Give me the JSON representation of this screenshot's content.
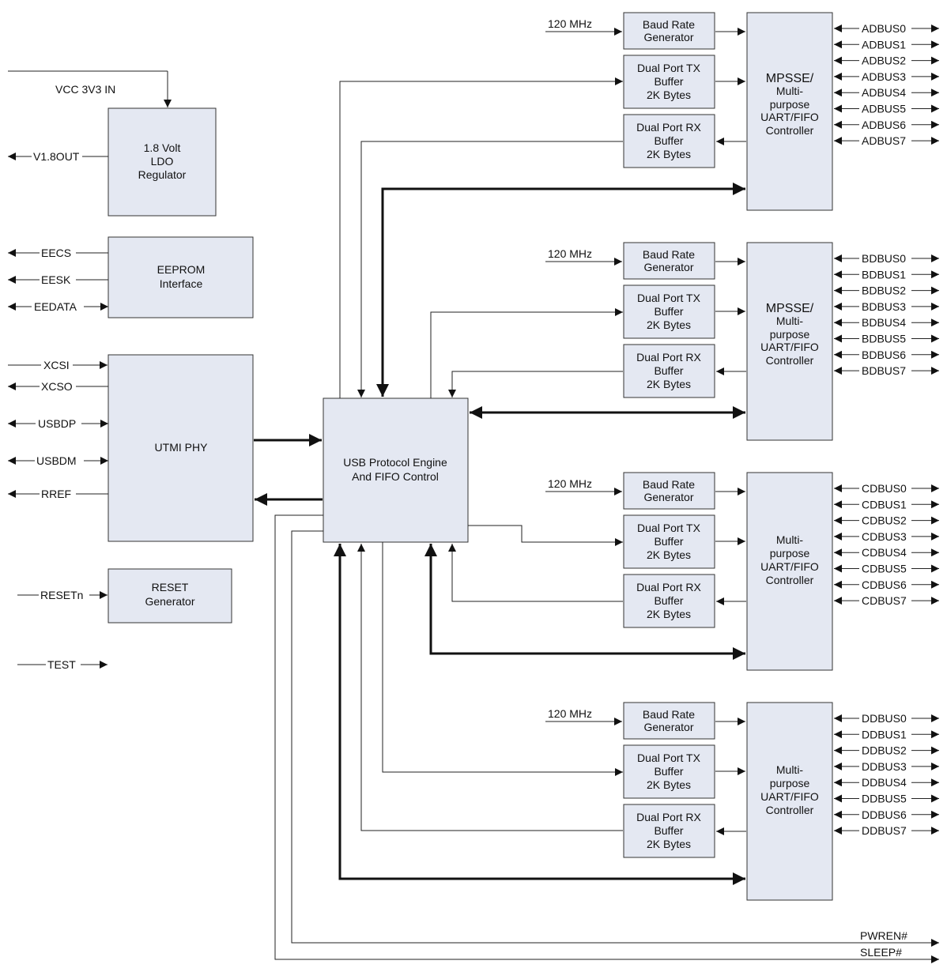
{
  "power": {
    "vcc_in": "VCC 3V3 IN",
    "v18out": "V1.8OUT",
    "ldo_lines": [
      "1.8 Volt",
      "LDO",
      "Regulator"
    ]
  },
  "eeprom": {
    "lines": [
      "EEPROM",
      "Interface"
    ],
    "pins": [
      "EECS",
      "EESK",
      "EEDATA"
    ]
  },
  "phy": {
    "title": "UTMI PHY",
    "pins": [
      "XCSI",
      "XCSO",
      "USBDP",
      "USBDM",
      "RREF"
    ]
  },
  "reset": {
    "lines": [
      "RESET",
      "Generator"
    ],
    "pin": "RESETn"
  },
  "test_pin": "TEST",
  "engine": {
    "lines": [
      "USB Protocol Engine",
      "And FIFO Control"
    ]
  },
  "channels": [
    {
      "clock": "120 MHz",
      "baud": [
        "Baud Rate",
        "Generator"
      ],
      "tx": [
        "Dual Port TX",
        "Buffer",
        "2K Bytes"
      ],
      "rx": [
        "Dual Port RX",
        "Buffer",
        "2K Bytes"
      ],
      "controller_title": "MPSSE/",
      "controller": [
        "Multi-",
        "purpose",
        "UART/FIFO",
        "Controller"
      ],
      "bus": [
        "ADBUS0",
        "ADBUS1",
        "ADBUS2",
        "ADBUS3",
        "ADBUS4",
        "ADBUS5",
        "ADBUS6",
        "ADBUS7"
      ]
    },
    {
      "clock": "120 MHz",
      "baud": [
        "Baud Rate",
        "Generator"
      ],
      "tx": [
        "Dual Port TX",
        "Buffer",
        "2K Bytes"
      ],
      "rx": [
        "Dual Port RX",
        "Buffer",
        "2K Bytes"
      ],
      "controller_title": "MPSSE/",
      "controller": [
        "Multi-",
        "purpose",
        "UART/FIFO",
        "Controller"
      ],
      "bus": [
        "BDBUS0",
        "BDBUS1",
        "BDBUS2",
        "BDBUS3",
        "BDBUS4",
        "BDBUS5",
        "BDBUS6",
        "BDBUS7"
      ]
    },
    {
      "clock": "120 MHz",
      "baud": [
        "Baud Rate",
        "Generator"
      ],
      "tx": [
        "Dual Port TX",
        "Buffer",
        "2K Bytes"
      ],
      "rx": [
        "Dual Port RX",
        "Buffer",
        "2K Bytes"
      ],
      "controller_title": "",
      "controller": [
        "Multi-",
        "purpose",
        "UART/FIFO",
        "Controller"
      ],
      "bus": [
        "CDBUS0",
        "CDBUS1",
        "CDBUS2",
        "CDBUS3",
        "CDBUS4",
        "CDBUS5",
        "CDBUS6",
        "CDBUS7"
      ]
    },
    {
      "clock": "120 MHz",
      "baud": [
        "Baud Rate",
        "Generator"
      ],
      "tx": [
        "Dual Port TX",
        "Buffer",
        "2K Bytes"
      ],
      "rx": [
        "Dual Port RX",
        "Buffer",
        "2K Bytes"
      ],
      "controller_title": "",
      "controller": [
        "Multi-",
        "purpose",
        "UART/FIFO",
        "Controller"
      ],
      "bus": [
        "DDBUS0",
        "DDBUS1",
        "DDBUS2",
        "DDBUS3",
        "DDBUS4",
        "DDBUS5",
        "DDBUS6",
        "DDBUS7"
      ]
    }
  ],
  "outputs": [
    "PWREN#",
    "SLEEP#"
  ]
}
